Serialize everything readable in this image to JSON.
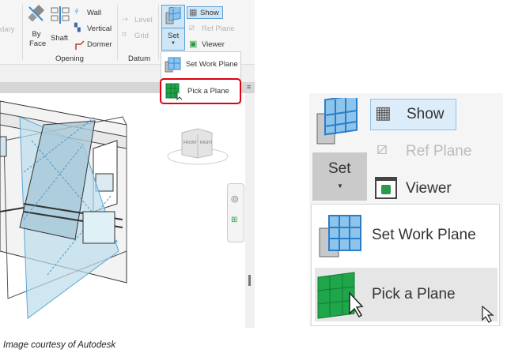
{
  "ribbon": {
    "partial_label": "dary",
    "by_face": "By Face",
    "shaft": "Shaft",
    "wall": "Wall",
    "vertical": "Vertical",
    "dormer": "Dormer",
    "opening_group": "Opening",
    "level": "Level",
    "grid": "Grid",
    "datum_group": "Datum",
    "set": "Set",
    "show": "Show",
    "ref_plane": "Ref Plane",
    "viewer": "Viewer"
  },
  "dropdown": {
    "set_work_plane": "Set Work Plane",
    "pick_a_plane": "Pick a Plane"
  },
  "viewcube": {
    "front": "FRONT",
    "right": "RIGHT"
  },
  "zoomed": {
    "show": "Show",
    "ref_plane": "Ref  Plane",
    "set": "Set",
    "viewer": "Viewer",
    "set_work_plane": "Set Work Plane",
    "pick_a_plane": "Pick a Plane"
  },
  "caption": "Image courtesy of Autodesk",
  "colors": {
    "highlight_border": "#e0000f",
    "plane_blue": "#5aa9d6",
    "pick_green": "#1fa64a",
    "active_blue": "#cfe6f7"
  }
}
